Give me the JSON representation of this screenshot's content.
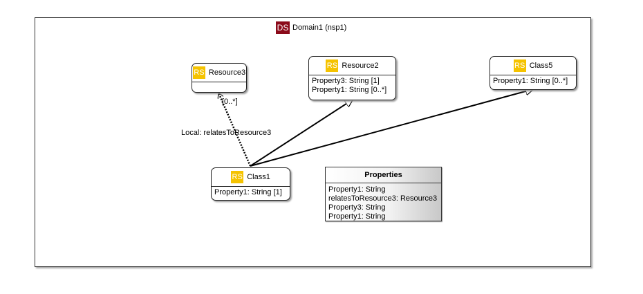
{
  "domain": {
    "badge": "DS",
    "title": "Domain1 (nsp1)",
    "badge_color": "#8b0a1a"
  },
  "nodes": {
    "resource3": {
      "badge": "RS",
      "name": "Resource3",
      "properties": []
    },
    "resource2": {
      "badge": "RS",
      "name": "Resource2",
      "properties": [
        "Property3: String [1]",
        "Property1: String [0..*]"
      ]
    },
    "class5": {
      "badge": "RS",
      "name": "Class5",
      "properties": [
        "Property1: String [0..*]"
      ]
    },
    "class1": {
      "badge": "RS",
      "name": "Class1",
      "properties": [
        "Property1: String [1]"
      ]
    }
  },
  "rs_badge_color": "#f5c300",
  "edges": {
    "relates_label": "Local: relatesToResource3",
    "relates_multiplicity": "[0..*]"
  },
  "legend": {
    "title": "Properties",
    "items": [
      "Property1: String",
      "relatesToResource3: Resource3",
      "Property3: String",
      "Property1: String"
    ]
  }
}
